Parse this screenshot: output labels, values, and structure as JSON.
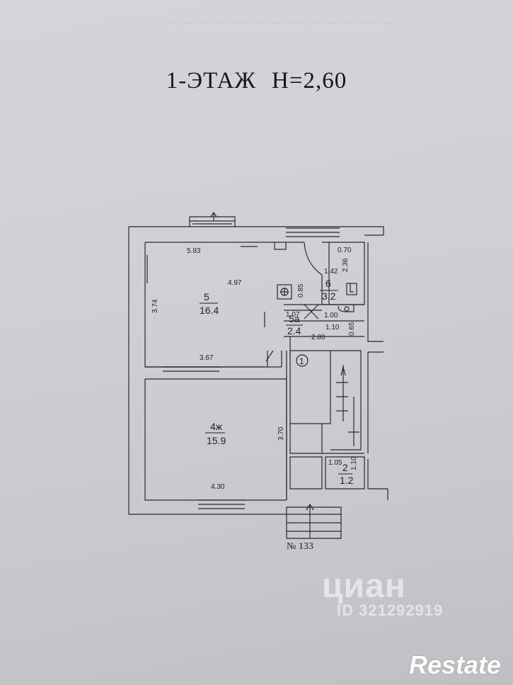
{
  "title": {
    "floor": "1-ЭТАЖ",
    "height": "Н=2,60"
  },
  "rooms": [
    {
      "id": "room-5",
      "number": "5",
      "area": "16.4"
    },
    {
      "id": "room-6",
      "number": "6",
      "area": "3.2"
    },
    {
      "id": "room-5a",
      "number": "5а",
      "area": "2.4"
    },
    {
      "id": "room-4",
      "number": "4ж",
      "area": "15.9"
    },
    {
      "id": "room-2",
      "number": "2",
      "area": "1.2"
    }
  ],
  "dimensions": {
    "d583": "5.83",
    "d497": "4.97",
    "d374": "3.74",
    "d367": "3.67",
    "d085": "0.85",
    "d107": "1.07",
    "d070": "0.70",
    "d142": "1.42",
    "d236": "2.36",
    "d100": "1.00",
    "d110": "1.10",
    "d065": "0.65",
    "d280": "2.80",
    "d370": "3.70",
    "d430": "4.30",
    "d105": "1.05",
    "d110b": "1.10"
  },
  "stair_marker": "1",
  "plan_number": "№ 133",
  "watermark": {
    "service": "циан",
    "id": "ID 321292919"
  },
  "brand": "Restate"
}
